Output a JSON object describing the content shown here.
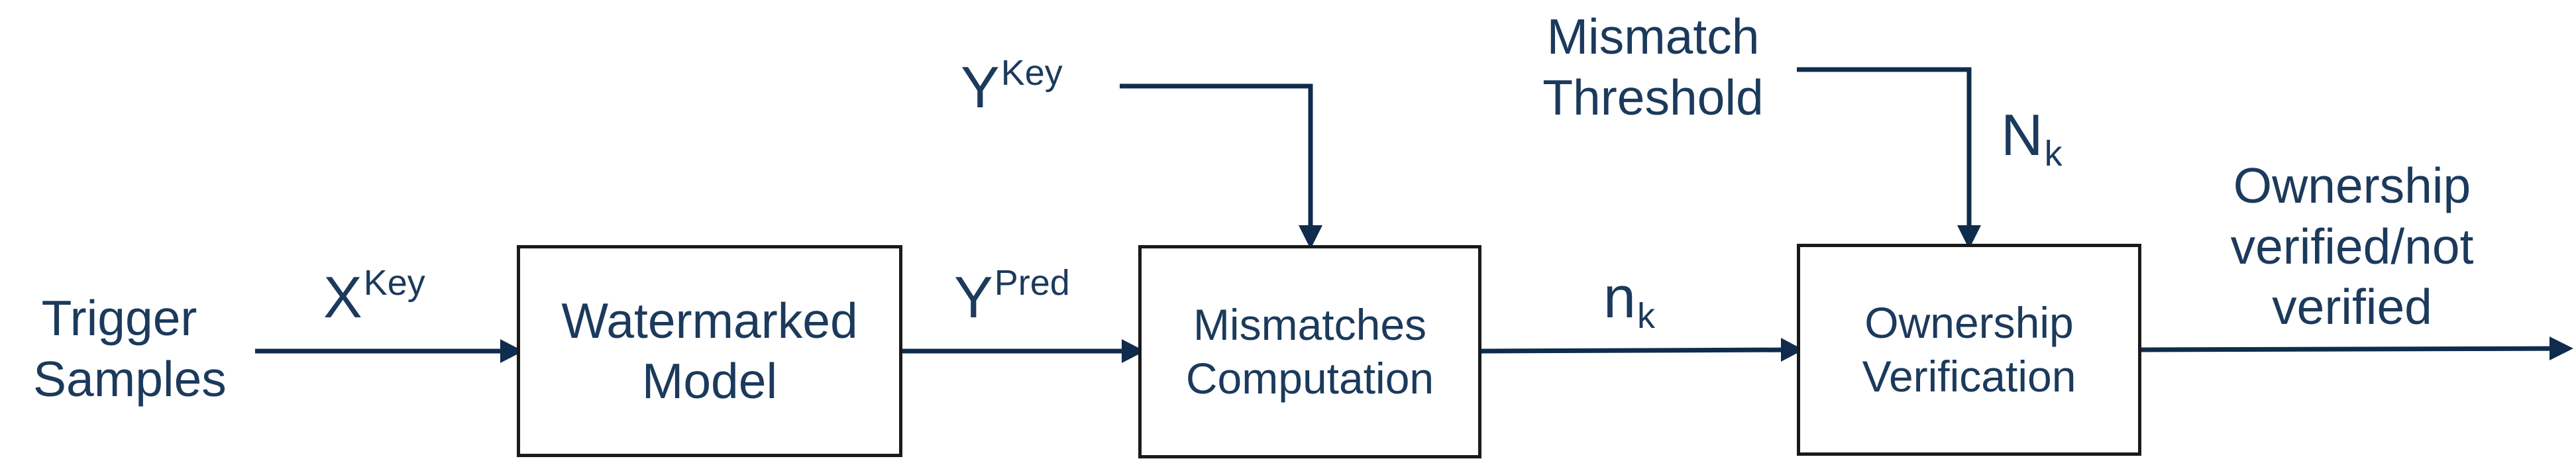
{
  "colors": {
    "text": "#1b3a5c",
    "arrows": "#0f2c4c",
    "box_border": "#1a1a1a"
  },
  "inputs": {
    "trigger_samples": "Trigger\nSamples",
    "mismatch_threshold": "Mismatch\nThreshold"
  },
  "blocks": {
    "watermarked_model": "Watermarked\nModel",
    "mismatches_computation": "Mismatches\nComputation",
    "ownership_verification": "Ownership\nVerification"
  },
  "variables": {
    "x_key": {
      "base": "X",
      "sup": "Key"
    },
    "y_key": {
      "base": "Y",
      "sup": "Key"
    },
    "y_pred": {
      "base": "Y",
      "sup": "Pred"
    },
    "n_k_lower": {
      "base": "n",
      "sub": "k"
    },
    "n_k_upper": {
      "base": "N",
      "sub": "k"
    }
  },
  "output": {
    "result": "Ownership\nverified/not\nverified"
  }
}
